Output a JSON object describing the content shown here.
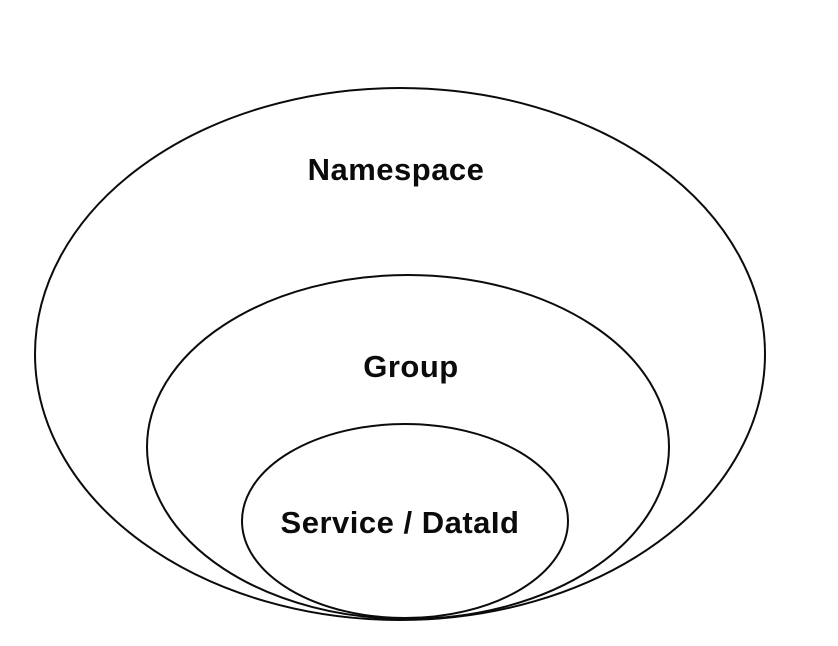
{
  "diagram": {
    "type": "nested-ellipses",
    "background_color": "#ffffff",
    "stroke_color": "#0b0b0b",
    "levels": [
      {
        "id": "namespace",
        "label": "Namespace"
      },
      {
        "id": "group",
        "label": "Group"
      },
      {
        "id": "service-dataid",
        "label": "Service / DataId"
      }
    ]
  }
}
